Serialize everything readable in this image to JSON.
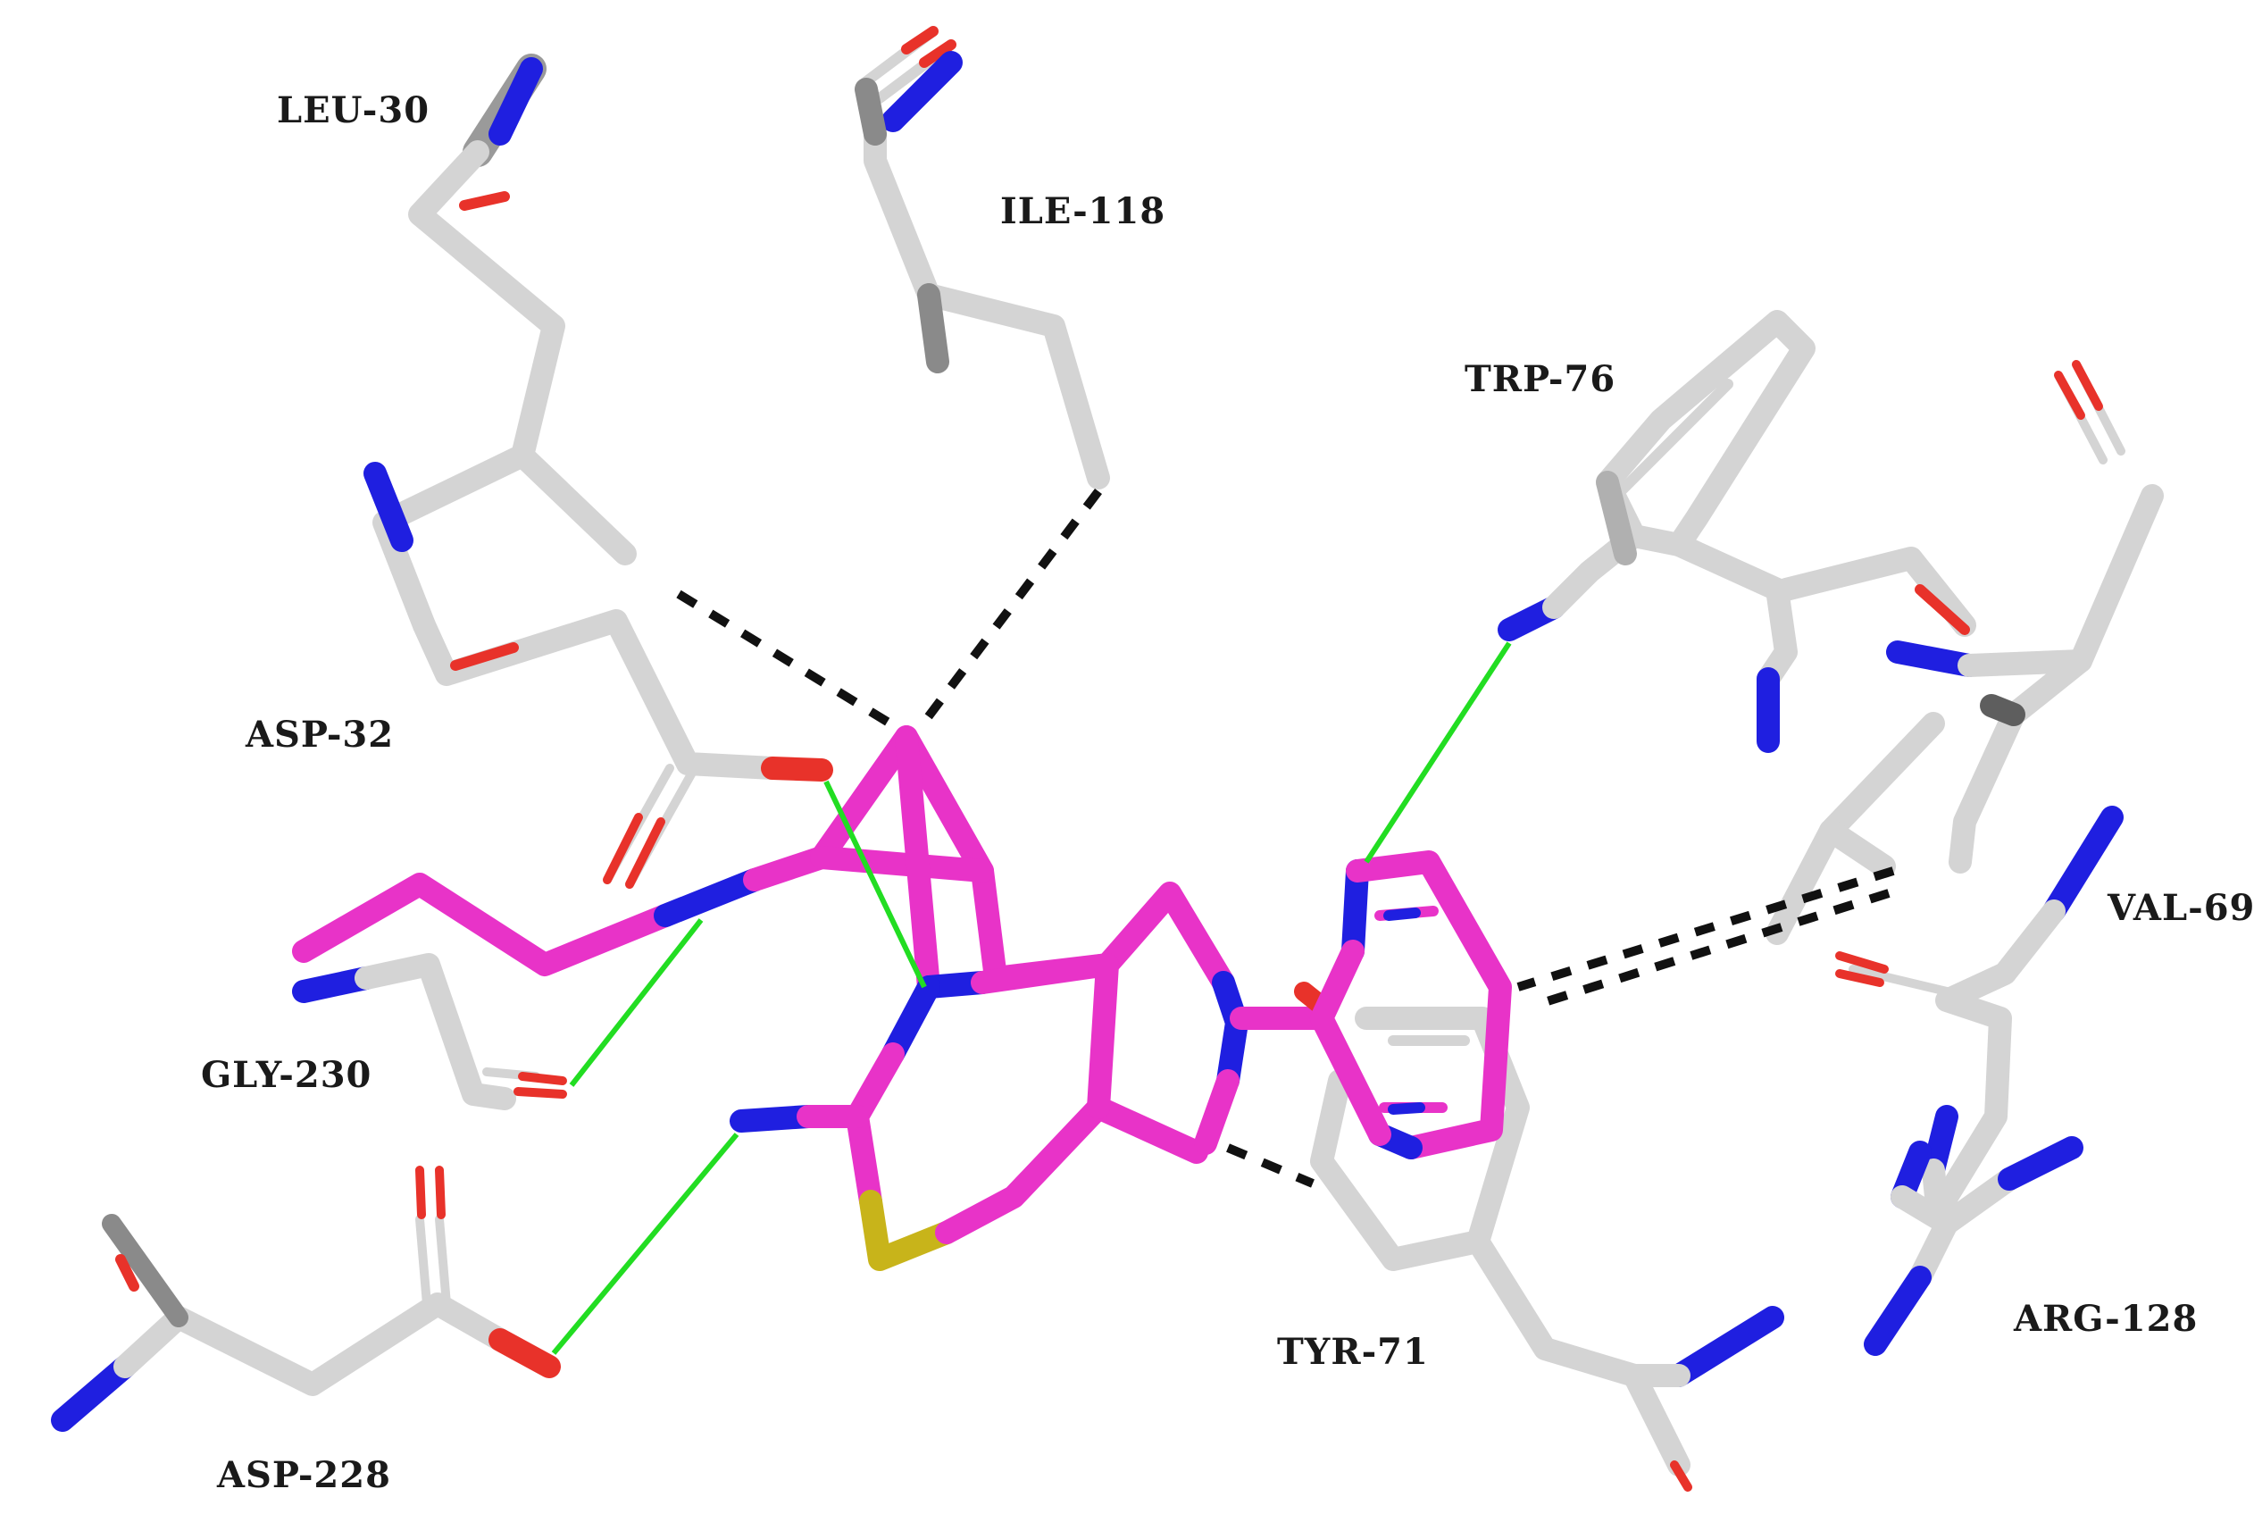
{
  "residues": [
    {
      "id": "leu30",
      "label": "LEU-30"
    },
    {
      "id": "ile118",
      "label": "ILE-118"
    },
    {
      "id": "trp76",
      "label": "TRP-76"
    },
    {
      "id": "asp32",
      "label": "ASP-32"
    },
    {
      "id": "val69",
      "label": "VAL-69"
    },
    {
      "id": "gly230",
      "label": "GLY-230"
    },
    {
      "id": "asp228",
      "label": "ASP-228"
    },
    {
      "id": "tyr71",
      "label": "TYR-71"
    },
    {
      "id": "arg128",
      "label": "ARG-128"
    }
  ],
  "colors": {
    "carbon_residue": "#d4d4d4",
    "carbon_ligand": "#e833c8",
    "nitrogen": "#1f1fe0",
    "oxygen": "#e8322a",
    "sulfur": "#c8b41a",
    "hydrogen_bond": "#22dd22",
    "hydrophobic_contact": "#111111",
    "background": "#ffffff"
  },
  "legend_semantics": {
    "green_line": "hydrogen-bond",
    "black_dashed_line": "hydrophobic-contact"
  }
}
